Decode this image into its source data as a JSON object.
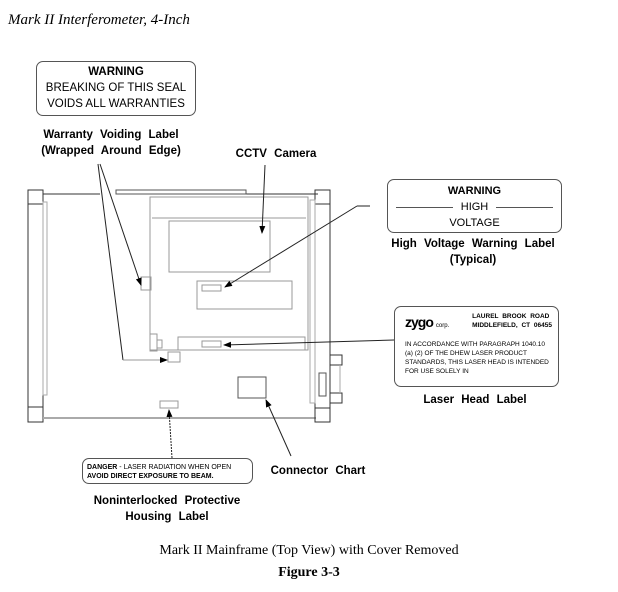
{
  "header": {
    "title": "Mark II Interferometer, 4-Inch"
  },
  "labels": {
    "warranty_seal": {
      "title": "WARNING",
      "line1": "BREAKING OF THIS SEAL",
      "line2": "VOIDS ALL WARRANTIES"
    },
    "warranty_caption": {
      "line1": "Warranty Voiding Label",
      "line2": "(Wrapped Around Edge)"
    },
    "cctv_caption": "CCTV Camera",
    "high_voltage": {
      "title": "WARNING",
      "line1": "HIGH",
      "line2": "VOLTAGE"
    },
    "high_voltage_caption": {
      "line1": "High Voltage Warning Label",
      "line2": "(Typical)"
    },
    "laser_head": {
      "logo": "zygo",
      "logo_suffix": "corp.",
      "address1": "LAUREL BROOK ROAD",
      "address2": "MIDDLEFIELD, CT 06455",
      "text1": "IN ACCORDANCE WITH PARAGRAPH 1040.10",
      "text2": "(a) (2) OF THE DHEW LASER PRODUCT",
      "text3": "STANDARDS, THIS LASER HEAD IS INTENDED",
      "text4": "FOR USE SOLELY IN"
    },
    "laser_head_caption": "Laser Head Label",
    "connector_caption": "Connector Chart",
    "danger": {
      "prefix": "DANGER",
      "text1": " - LASER RADIATION WHEN OPEN",
      "text2": "AVOID DIRECT EXPOSURE TO BEAM."
    },
    "housing_caption": {
      "line1": "Noninterlocked Protective",
      "line2": "Housing Label"
    }
  },
  "caption": {
    "description": "Mark II Mainframe (Top View) with Cover Removed",
    "figure": "Figure 3-3"
  }
}
